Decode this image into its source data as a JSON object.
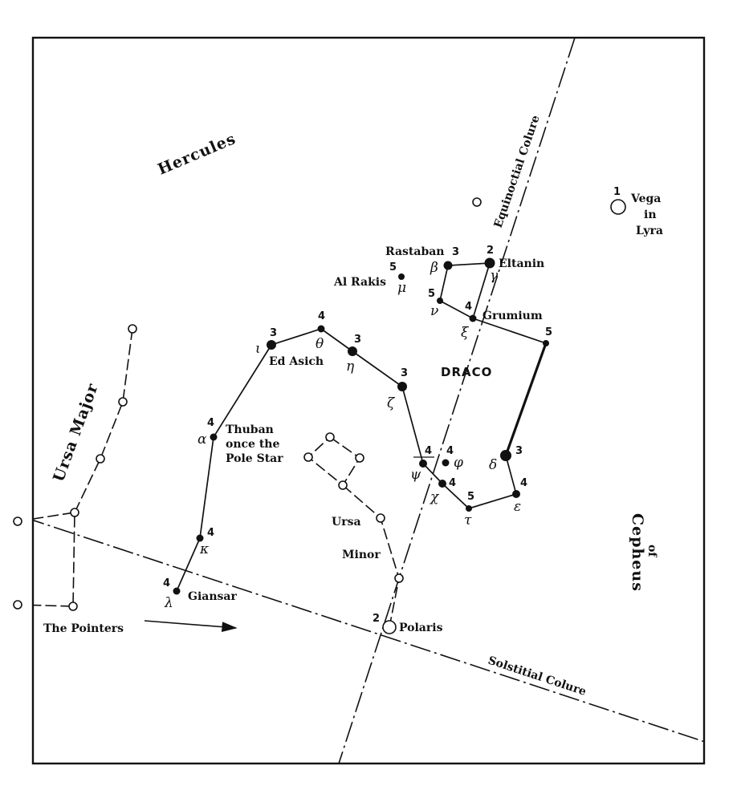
{
  "constellations": {
    "hercules": "Hercules",
    "ursa_major": "Ursa Major",
    "ursa_minor_1": "Ursa",
    "ursa_minor_2": "Minor",
    "draco": "DRACO",
    "cepheus_of": "of",
    "cepheus": "Cepheus"
  },
  "lines": {
    "equinoctial_colure": "Equinoctial Colure",
    "solstitial_colure": "Solstitial Colure"
  },
  "vega": {
    "line1": "Vega",
    "line2": "in",
    "line3": "Lyra",
    "magnitude": "1"
  },
  "pointers_label": "The Pointers",
  "stars": {
    "rastaban": {
      "name": "Rastaban",
      "magnitude": "3",
      "greek": "β"
    },
    "eltanin": {
      "name": "Eltanin",
      "magnitude": "2",
      "greek": "γ"
    },
    "al_rakis": {
      "name": "Al Rakis",
      "magnitude": "5",
      "greek": "μ"
    },
    "nu": {
      "magnitude": "5",
      "greek": "ν"
    },
    "grumium": {
      "name": "Grumium",
      "magnitude": "4",
      "greek": "ξ"
    },
    "ed_asich": {
      "name": "Ed Asich",
      "magnitude": "3",
      "greek": "ι"
    },
    "theta": {
      "magnitude": "4",
      "greek": "θ"
    },
    "eta": {
      "magnitude": "3",
      "greek": "η"
    },
    "zeta": {
      "magnitude": "3",
      "greek": "ζ"
    },
    "thuban": {
      "name_line1": "Thuban",
      "name_line2": "once the",
      "name_line3": "Pole Star",
      "magnitude": "4",
      "greek": "α"
    },
    "kappa": {
      "magnitude": "4",
      "greek": "κ"
    },
    "giansar": {
      "name": "Giansar",
      "magnitude": "4",
      "greek": "λ"
    },
    "psi": {
      "magnitude": "4",
      "greek": "ψ"
    },
    "phi": {
      "magnitude": "4",
      "greek": "φ"
    },
    "chi": {
      "magnitude": "4",
      "greek": "χ"
    },
    "tau": {
      "magnitude": "5",
      "greek": "τ"
    },
    "epsilon": {
      "magnitude": "4",
      "greek": "ε"
    },
    "delta": {
      "magnitude": "3",
      "greek": "δ"
    },
    "rho": {
      "magnitude": "5"
    },
    "polaris": {
      "name": "Polaris",
      "magnitude": "2"
    }
  }
}
